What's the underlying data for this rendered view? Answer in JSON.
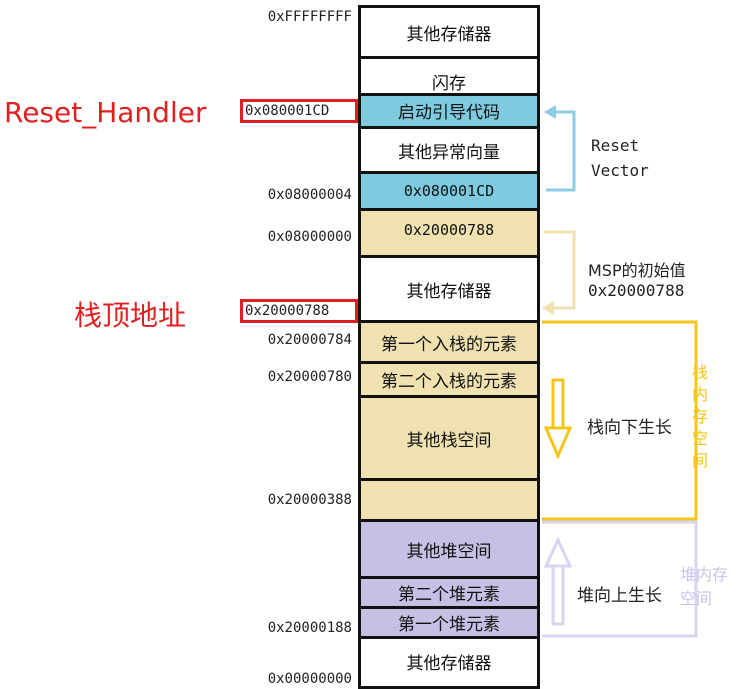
{
  "addresses": {
    "top": "0xFFFFFFFF",
    "reset_handler": "0x080001CD",
    "vec_04": "0x08000004",
    "vec_00": "0x08000000",
    "stack_top": "0x20000788",
    "a784": "0x20000784",
    "a780": "0x20000780",
    "a388": "0x20000388",
    "a188": "0x20000188",
    "zero": "0x00000000"
  },
  "cells": {
    "other_mem_top": "其他存储器",
    "flash_label": "闪存",
    "boot_code": "启动引导代码",
    "other_vectors": "其他异常向量",
    "reset_vector_val": "0x080001CD",
    "msp_val": "0x20000788",
    "other_mem_mid": "其他存储器",
    "stack_first": "第一个入栈的元素",
    "stack_second": "第二个入栈的元素",
    "stack_other": "其他栈空间",
    "heap_other": "其他堆空间",
    "heap_second": "第二个堆元素",
    "heap_first": "第一个堆元素",
    "other_mem_bottom": "其他存储器"
  },
  "labels": {
    "reset_handler": "Reset_Handler",
    "stack_top_addr": "栈顶地址",
    "reset_vector_1": "Reset",
    "reset_vector_2": "Vector",
    "msp_init": "MSP的初始值",
    "msp_init_val": "0x20000788",
    "stack_grow": "栈向下生长",
    "heap_grow": "堆向上生长",
    "stack_mem": [
      "栈",
      "内",
      "存",
      "空",
      "间"
    ],
    "heap_mem_1": "堆内存",
    "heap_mem_2": "空间"
  },
  "colors": {
    "flash_blue": "#7ecbe0",
    "stack_tan": "#efe2b0",
    "heap_lavender": "#c8c0e4",
    "stack_yellow": "#f5c518",
    "heap_light": "#c9c3e8",
    "arrow_blue": "#8ccde6",
    "arrow_tan": "#efe2b0",
    "highlight_red": "#e02020"
  }
}
